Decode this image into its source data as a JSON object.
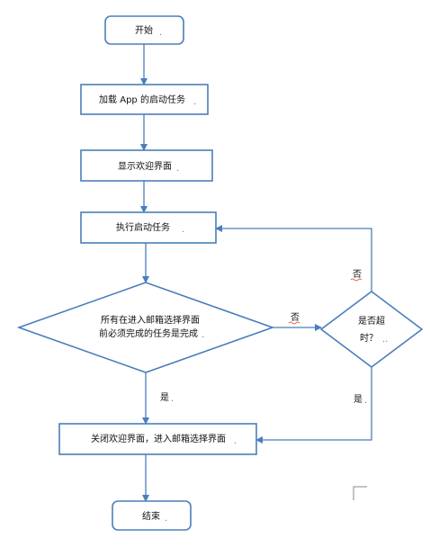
{
  "nodes": {
    "start": "开始",
    "load": "加载 App 的启动任务",
    "welcome": "显示欢迎界面",
    "exec": "执行启动任务",
    "check_line1": "所有在进入邮箱选择界面",
    "check_line2": "前必须完成的任务是完成",
    "timeout_line1": "是否超",
    "timeout_line2": "时？",
    "close": "关闭欢迎界面，进入邮箱选择界面",
    "end": "结束"
  },
  "edges": {
    "no_to_timeout": "否",
    "timeout_no": "否",
    "check_yes": "是",
    "timeout_yes": "是"
  }
}
